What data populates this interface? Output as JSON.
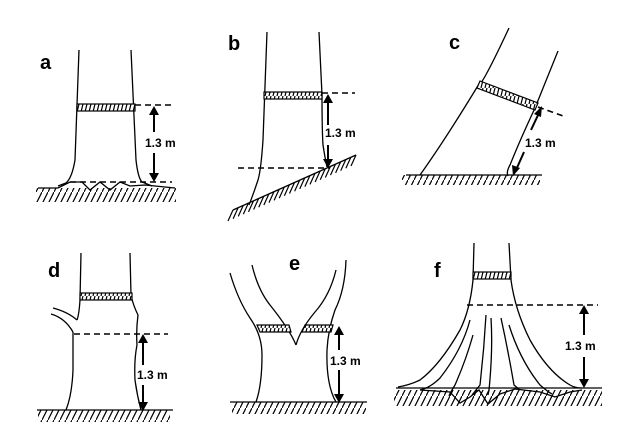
{
  "figure": {
    "title": "Diameter at breast height measurement positions",
    "panels": [
      {
        "id": "a",
        "label": "a",
        "description": "Tree on flat ground with buttress swelling at base",
        "measurement": "1.3 m"
      },
      {
        "id": "b",
        "label": "b",
        "description": "Tree on slope, measured from uphill side",
        "measurement": "1.3 m"
      },
      {
        "id": "c",
        "label": "c",
        "description": "Leaning tree, measured along the stem",
        "measurement": "1.3 m"
      },
      {
        "id": "d",
        "label": "d",
        "description": "Tree with branch/swelling at 1.3 m, measured above",
        "measurement": "1.3 m"
      },
      {
        "id": "e",
        "label": "e",
        "description": "Forked tree below 1.3 m, each stem measured",
        "measurement": "1.3 m"
      },
      {
        "id": "f",
        "label": "f",
        "description": "Buttressed tree, measured above buttress",
        "measurement": "1.3 m"
      }
    ]
  }
}
